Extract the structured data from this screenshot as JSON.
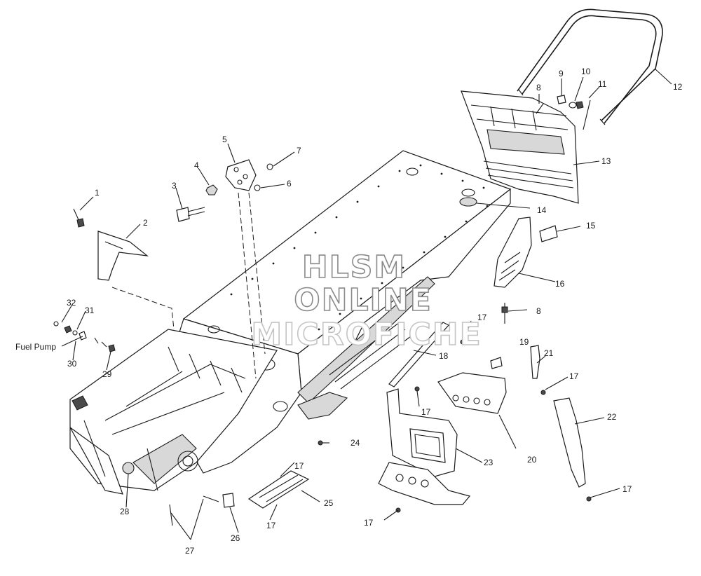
{
  "diagram": {
    "callouts": [
      {
        "id": "c1",
        "text": "1"
      },
      {
        "id": "c2",
        "text": "2"
      },
      {
        "id": "c3",
        "text": "3"
      },
      {
        "id": "c4",
        "text": "4"
      },
      {
        "id": "c5",
        "text": "5"
      },
      {
        "id": "c6",
        "text": "6"
      },
      {
        "id": "c7",
        "text": "7"
      },
      {
        "id": "c8a",
        "text": "8"
      },
      {
        "id": "c8b",
        "text": "8"
      },
      {
        "id": "c9",
        "text": "9"
      },
      {
        "id": "c10",
        "text": "10"
      },
      {
        "id": "c11",
        "text": "11"
      },
      {
        "id": "c12",
        "text": "12"
      },
      {
        "id": "c13",
        "text": "13"
      },
      {
        "id": "c14",
        "text": "14"
      },
      {
        "id": "c15",
        "text": "15"
      },
      {
        "id": "c16",
        "text": "16"
      },
      {
        "id": "c17a",
        "text": "17"
      },
      {
        "id": "c17b",
        "text": "17"
      },
      {
        "id": "c17c",
        "text": "17"
      },
      {
        "id": "c17d",
        "text": "17"
      },
      {
        "id": "c17e",
        "text": "17"
      },
      {
        "id": "c17f",
        "text": "17"
      },
      {
        "id": "c17g",
        "text": "17"
      },
      {
        "id": "c18",
        "text": "18"
      },
      {
        "id": "c19",
        "text": "19"
      },
      {
        "id": "c20",
        "text": "20"
      },
      {
        "id": "c21",
        "text": "21"
      },
      {
        "id": "c22",
        "text": "22"
      },
      {
        "id": "c23",
        "text": "23"
      },
      {
        "id": "c24",
        "text": "24"
      },
      {
        "id": "c25",
        "text": "25"
      },
      {
        "id": "c26",
        "text": "26"
      },
      {
        "id": "c27",
        "text": "27"
      },
      {
        "id": "c28",
        "text": "28"
      },
      {
        "id": "c29",
        "text": "29"
      },
      {
        "id": "c30",
        "text": "30"
      },
      {
        "id": "c31",
        "text": "31"
      },
      {
        "id": "c32",
        "text": "32"
      }
    ],
    "fuel_pump_label": "Fuel Pump",
    "watermark": [
      "HLSM",
      "ONLINE",
      "MICROFICHE"
    ]
  }
}
